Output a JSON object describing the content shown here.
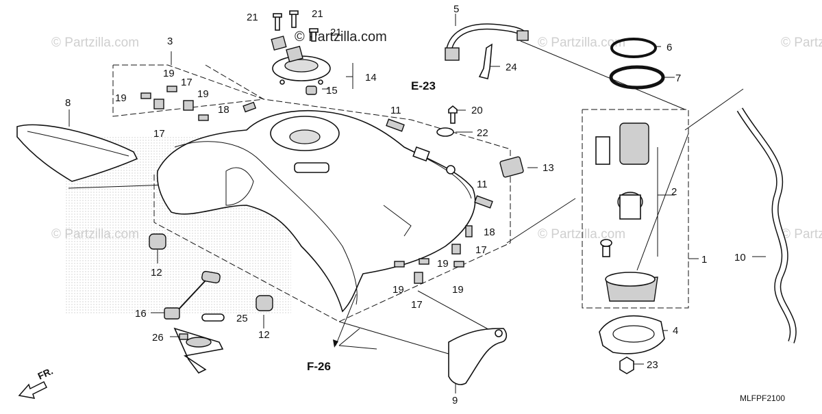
{
  "watermarks": {
    "site": "© Partzilla.com",
    "site_dark": "© Partzilla.com"
  },
  "callouts": {
    "p1": "1",
    "p2": "2",
    "p3": "3",
    "p4": "4",
    "p5": "5",
    "p6": "6",
    "p7": "7",
    "p8": "8",
    "p9": "9",
    "p10": "10",
    "p11a": "11",
    "p11b": "11",
    "p12a": "12",
    "p12b": "12",
    "p13": "13",
    "p14": "14",
    "p15": "15",
    "p16": "16",
    "p17a": "17",
    "p17b": "17",
    "p17c": "17",
    "p17d": "17",
    "p18a": "18",
    "p18b": "18",
    "p19a": "19",
    "p19b": "19",
    "p19c": "19",
    "p19d": "19",
    "p19e": "19",
    "p19f": "19",
    "p20": "20",
    "p21a": "21",
    "p21b": "21",
    "p21c": "21",
    "p22": "22",
    "p23": "23",
    "p24": "24",
    "p25": "25",
    "p26": "26"
  },
  "references": {
    "e23": "E-23",
    "f26": "F-26"
  },
  "direction": "FR.",
  "diagram_code": "MLFPF2100"
}
